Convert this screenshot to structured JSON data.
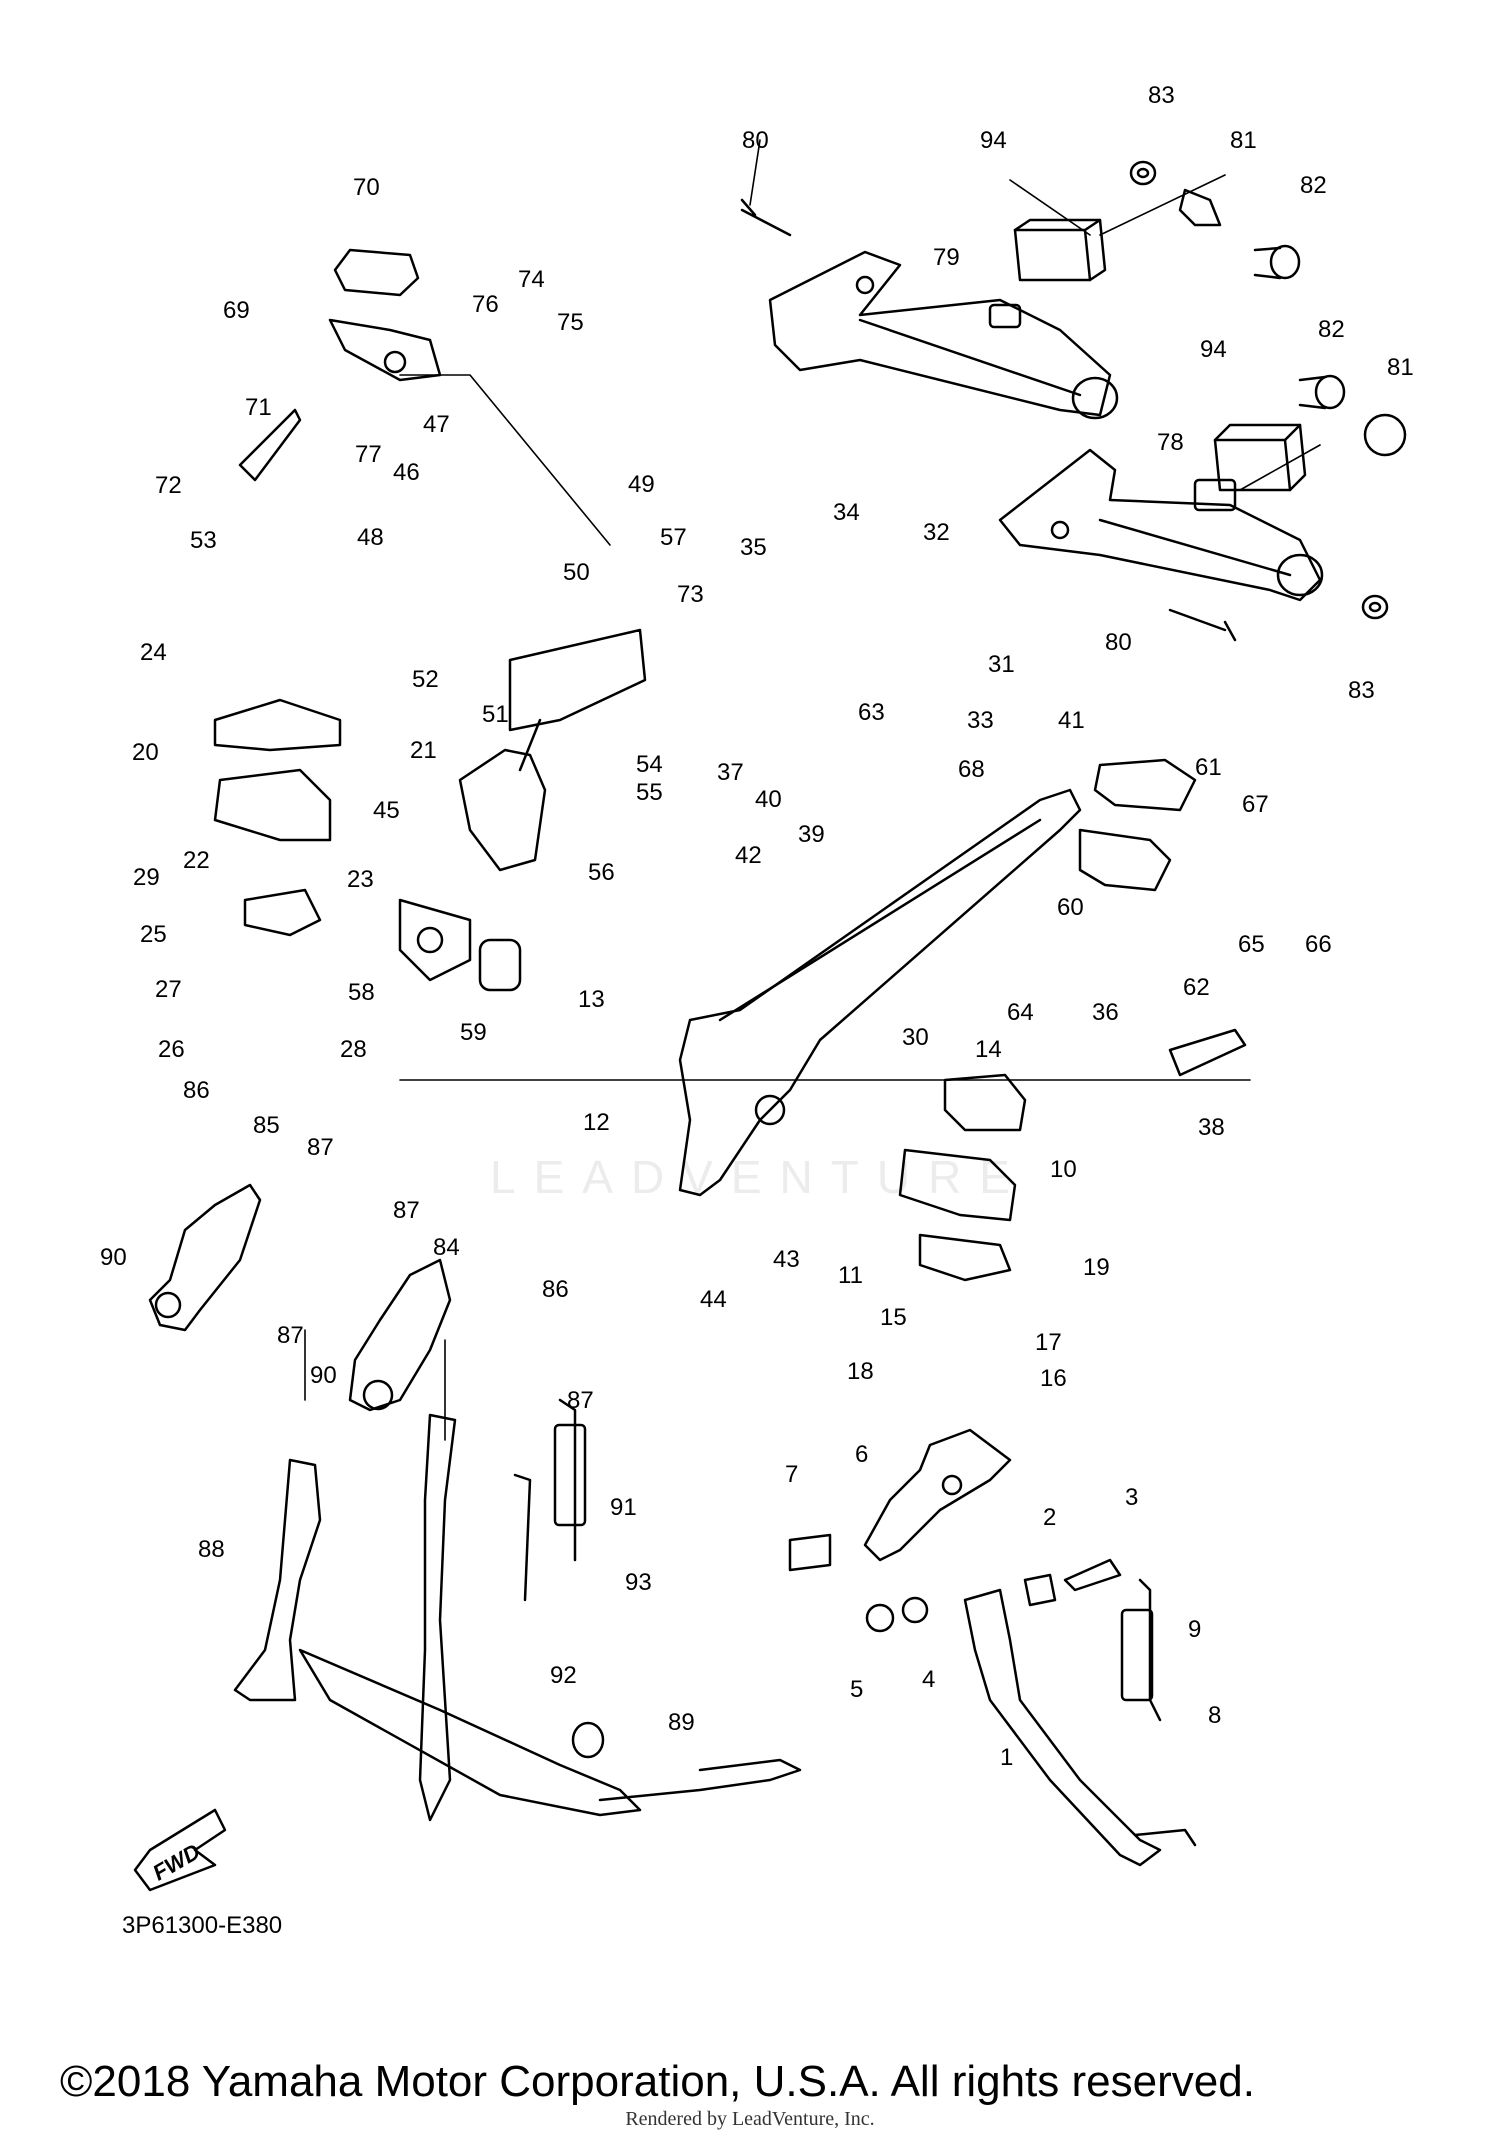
{
  "part_numbers": [
    "1",
    "2",
    "3",
    "4",
    "5",
    "6",
    "7",
    "8",
    "9",
    "10",
    "11",
    "12",
    "13",
    "14",
    "15",
    "16",
    "17",
    "18",
    "19",
    "20",
    "21",
    "22",
    "23",
    "24",
    "25",
    "26",
    "27",
    "28",
    "29",
    "30",
    "31",
    "32",
    "33",
    "34",
    "35",
    "36",
    "37",
    "38",
    "39",
    "40",
    "41",
    "42",
    "43",
    "44",
    "45",
    "46",
    "47",
    "48",
    "49",
    "50",
    "51",
    "52",
    "53",
    "54",
    "55",
    "56",
    "57",
    "58",
    "59",
    "60",
    "61",
    "62",
    "63",
    "64",
    "65",
    "66",
    "67",
    "68",
    "69",
    "70",
    "71",
    "72",
    "73",
    "74",
    "75",
    "76",
    "77",
    "78",
    "79",
    "80",
    "80",
    "81",
    "81",
    "82",
    "82",
    "83",
    "83",
    "84",
    "85",
    "86",
    "86",
    "87",
    "87",
    "87",
    "87",
    "88",
    "89",
    "90",
    "90",
    "91",
    "92",
    "93",
    "94",
    "94"
  ],
  "fwd_label": "FWD",
  "ref_code": "3P61300-E380",
  "watermark": "LEADVENTURE",
  "copyright": "©2018 Yamaha Motor Corporation, U.S.A. All rights reserved.",
  "rendered_by": "Rendered by LeadVenture, Inc."
}
